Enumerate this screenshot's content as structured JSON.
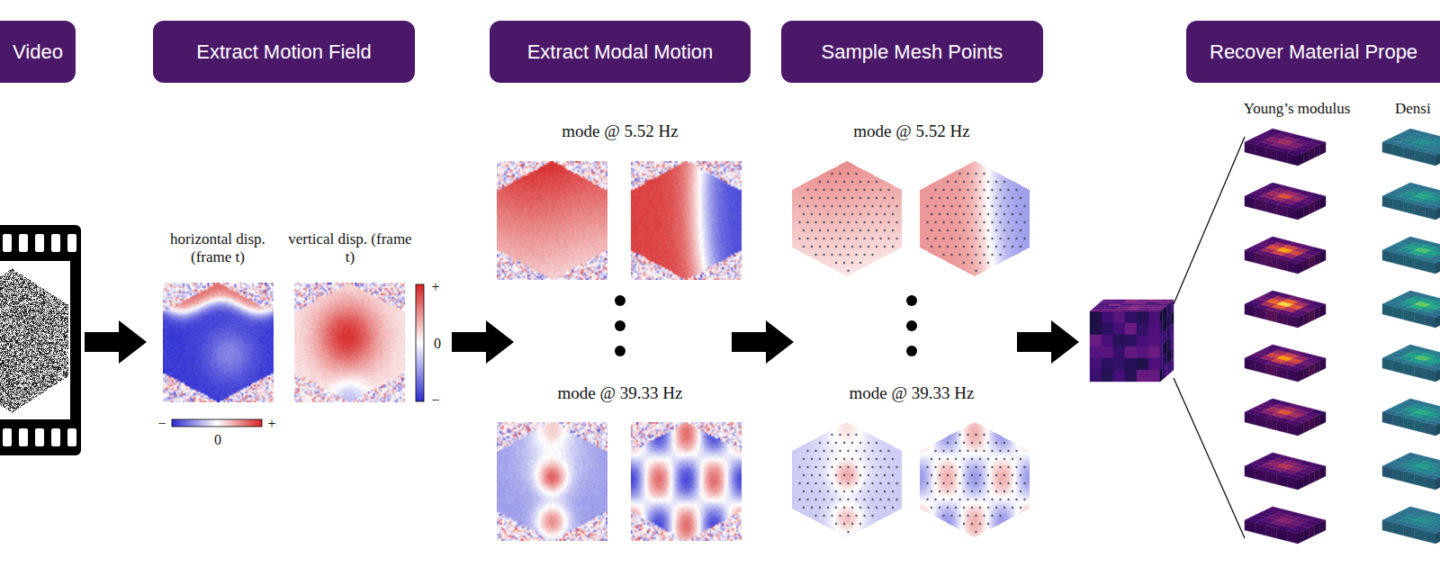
{
  "diagram": {
    "nodes": [
      {
        "text": [
          "Video"
        ]
      },
      {
        "text": [
          "Extract Motion Field"
        ]
      },
      {
        "text": [
          "Extract Modal Motion"
        ]
      },
      {
        "text": [
          "Sample Mesh Points"
        ]
      },
      {
        "text": [
          "Recover Material Prope"
        ]
      }
    ],
    "labels": [
      "horizontal disp. (frame t)",
      "vertical disp. (frame t)",
      "+",
      "0",
      "−",
      "−",
      "0",
      "+",
      "mode @ 5.52 Hz",
      "mode @ 5.52 Hz",
      "mode @ 39.33 Hz",
      "mode @ 39.33 Hz",
      "Young’s modulus",
      "Densi"
    ]
  }
}
